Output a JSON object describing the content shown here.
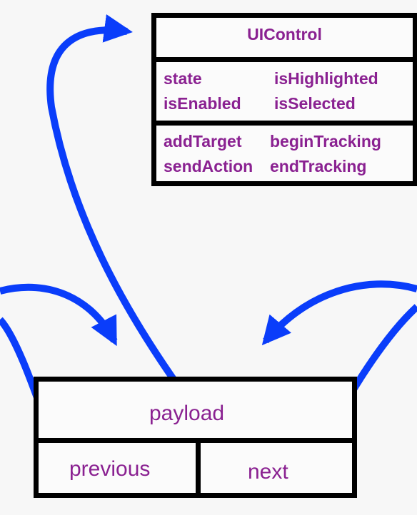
{
  "uicontrol": {
    "title": "UIControl",
    "properties": [
      "state",
      "isHighlighted",
      "isEnabled",
      "isSelected"
    ],
    "methods": [
      "addTarget",
      "beginTracking",
      "sendAction",
      "endTracking"
    ]
  },
  "node": {
    "payload": "payload",
    "previous": "previous",
    "next": "next"
  },
  "colors": {
    "arrow": "#0a3dfa",
    "text": "#8a2191",
    "border": "#000000",
    "background": "#f7f7f7"
  }
}
